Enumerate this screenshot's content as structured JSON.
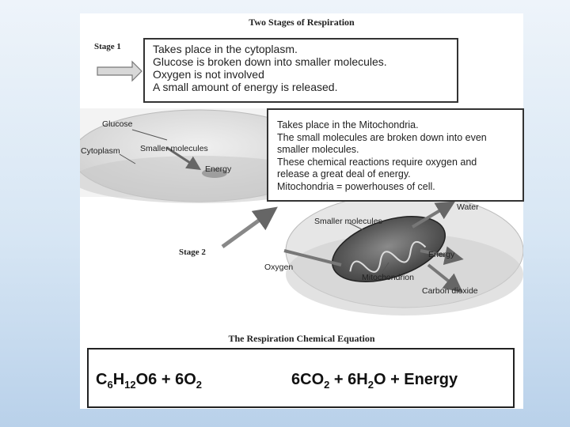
{
  "figure": {
    "title": "Two Stages of Respiration",
    "stage1_label": "Stage 1",
    "stage2_label": "Stage 2",
    "equation_title": "The Respiration Chemical Equation"
  },
  "stage1_box": {
    "lines": [
      "Takes place in the cytoplasm.",
      "Glucose is broken down into smaller molecules.",
      "Oxygen is not involved",
      "A small amount of energy is released."
    ]
  },
  "stage2_box": {
    "lines": [
      "Takes place in the Mitochondria.",
      "The small molecules are broken down into even",
      "smaller molecules.",
      "These chemical reactions require oxygen and",
      "release a great deal of energy.",
      "Mitochondria = powerhouses of cell."
    ]
  },
  "cell_labels": {
    "glucose": "Glucose",
    "cytoplasm": "Cytoplasm",
    "smaller_molecules": "Smaller molecules",
    "energy": "Energy"
  },
  "mito_labels": {
    "water": "Water",
    "smaller_molecules": "Smaller molecules",
    "energy": "Energy",
    "oxygen": "Oxygen",
    "mitochondrion": "Mitochondrion",
    "carbon_dioxide": "Carbon dioxide"
  },
  "equation": {
    "c": "C",
    "c_sub": "6",
    "h": "H",
    "h_sub": "12",
    "o6": "O6 + 6O",
    "o2_sub": "2",
    "co": "6CO",
    "co_sub": "2",
    "h2o_pre": " + 6H",
    "h2o_sub": "2",
    "h2o_post": "O + Energy"
  },
  "colors": {
    "arrow_red": "#cc1414",
    "box_border": "#333333",
    "cell_fill": "#e3e3e3",
    "mito_fill": "#5a5a5a"
  }
}
